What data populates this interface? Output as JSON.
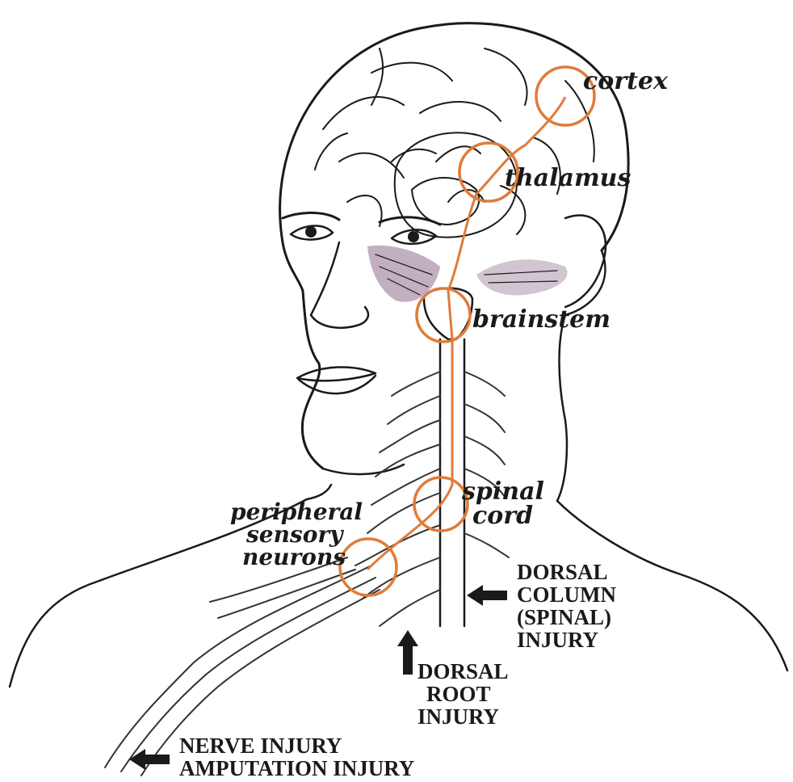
{
  "colors": {
    "pathway": "#e07b39",
    "ink": "#1a1a1a"
  },
  "labels": {
    "cortex": "cortex",
    "thalamus": "thalamus",
    "brainstem": "brainstem",
    "spinal_cord": [
      "spinal",
      "cord"
    ],
    "peripheral": [
      "peripheral",
      "sensory",
      "neurons"
    ]
  },
  "injuries": {
    "dorsal_column": [
      "DORSAL",
      "COLUMN",
      "(SPINAL)",
      "INJURY"
    ],
    "dorsal_root": [
      "DORSAL",
      "ROOT",
      "INJURY"
    ],
    "nerve": [
      "NERVE INJURY",
      "AMPUTATION INJURY"
    ]
  },
  "icons": [
    "arrow-left-icon",
    "arrow-up-icon"
  ]
}
